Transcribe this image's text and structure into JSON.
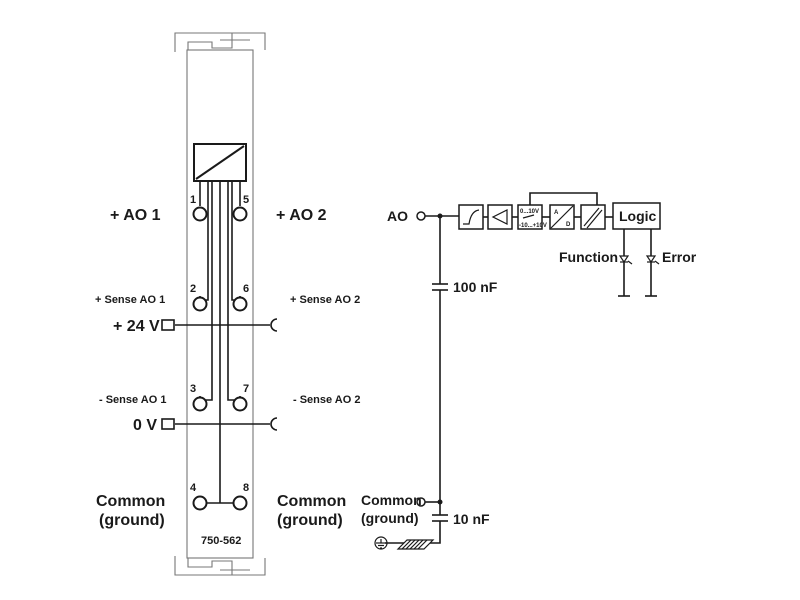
{
  "module": {
    "part_number": "750-562",
    "left_labels": {
      "ao1": "+ AO 1",
      "sense_ao1_pos": "+ Sense AO 1",
      "plus24v": "+ 24 V",
      "sense_ao1_neg": "- Sense AO 1",
      "zero_v": "0 V",
      "common_line1": "Common",
      "common_line2": "(ground)"
    },
    "right_labels": {
      "ao2": "+ AO 2",
      "sense_ao2_pos": "+ Sense AO 2",
      "sense_ao2_neg": "- Sense AO 2",
      "common_line1": "Common",
      "common_line2": "(ground)"
    },
    "terminal_numbers": [
      "1",
      "2",
      "3",
      "4",
      "5",
      "6",
      "7",
      "8"
    ]
  },
  "circuit": {
    "ao_label": "AO",
    "cap1_label": "100 nF",
    "cap2_label": "10 nF",
    "common_line1": "Common",
    "common_line2": "(ground)",
    "range_top": "0...10V",
    "range_bottom": "-10...+10V",
    "adc_a": "A",
    "adc_d": "D",
    "logic_label": "Logic",
    "function_label": "Function",
    "error_label": "Error"
  },
  "icons": [
    "ground-icon",
    "chassis-ground-icon",
    "led-icon",
    "capacitor-icon",
    "filter-icon",
    "amplifier-icon",
    "switch-icon",
    "adc-icon",
    "isolation-icon"
  ]
}
